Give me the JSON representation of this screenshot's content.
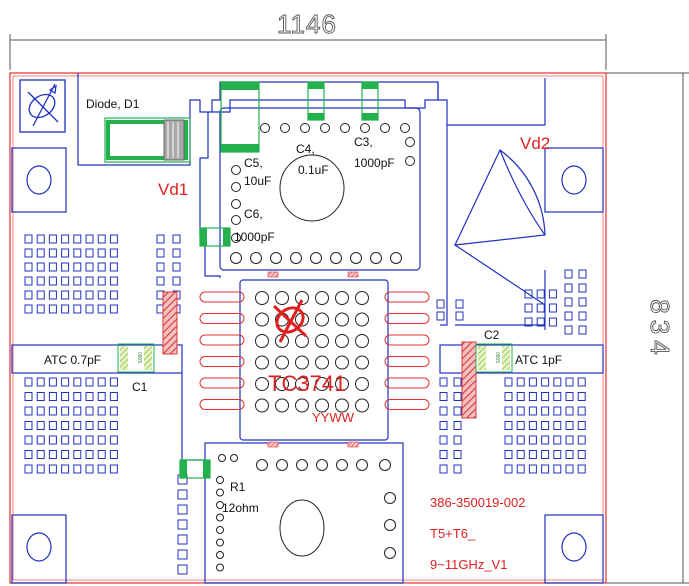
{
  "dimensions": {
    "width": "1146",
    "height": "834"
  },
  "labels": {
    "diode": "Diode, D1",
    "c5": "C5,",
    "c5_value": "10uF",
    "c4": "C4,",
    "c4_value": "0.1uF",
    "c3": "C3,",
    "c3_value": "1000pF",
    "c6": "C6,",
    "c6_value": "1000pF",
    "c2": "C2",
    "c1": "C1",
    "r1": "R1",
    "r1_value": "12ohm",
    "atc_left": "ATC 0.7pF",
    "atc_right": "ATC 1pF",
    "vd1": "Vd1",
    "vd2": "Vd2",
    "chip_id": "TC3741",
    "chip_code": "YYWW",
    "part_number": "386-350019-002",
    "variant": "T5+T6_",
    "band": "9~11GHz_V1",
    "pad_text": "0805"
  },
  "colors": {
    "outline": "#e03030",
    "trace": "#2030c0",
    "dimension": "#555555",
    "part_green": "#22b14c",
    "grey_pad": "#a0a0a0",
    "hatch_red": "#d83838",
    "hatch_green": "#9ccc3a",
    "text_red": "#e02020"
  },
  "icons": [
    "logo-icon"
  ]
}
